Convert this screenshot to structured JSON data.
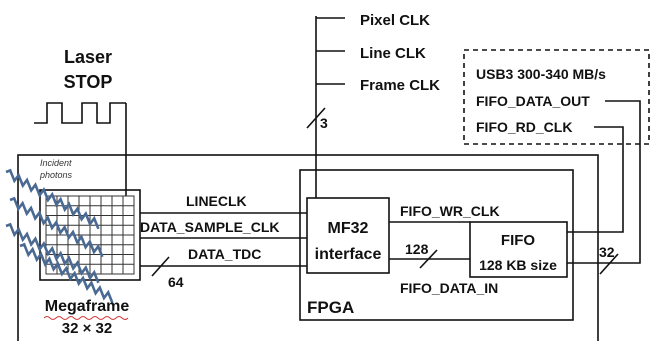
{
  "laser": {
    "line1": "Laser",
    "line2": "STOP"
  },
  "clocks": {
    "pixel": "Pixel CLK",
    "line": "Line CLK",
    "frame": "Frame CLK",
    "bus_width": "3"
  },
  "usb": {
    "title": "USB3 300-340 MB/s",
    "data_out": "FIFO_DATA_OUT",
    "rd_clk": "FIFO_RD_CLK"
  },
  "sensor": {
    "incident_line1": "Incident",
    "incident_line2": "photons",
    "name": "Megaframe",
    "size": "32 × 32"
  },
  "signals": {
    "lineclk": "LINECLK",
    "data_sample_clk": "DATA_SAMPLE_CLK",
    "data_tdc": "DATA_TDC",
    "tdc_width": "64"
  },
  "fpga": {
    "label": "FPGA",
    "interface_line1": "MF32",
    "interface_line2": "interface",
    "fifo_wr_clk": "FIFO_WR_CLK",
    "fifo_data_in": "FIFO_DATA_IN",
    "data_in_width": "128",
    "fifo_line1": "FIFO",
    "fifo_line2": "128 KB  size",
    "out_width": "32"
  },
  "colors": {
    "line": "#111111",
    "photon_wave": "#4a6a94"
  }
}
